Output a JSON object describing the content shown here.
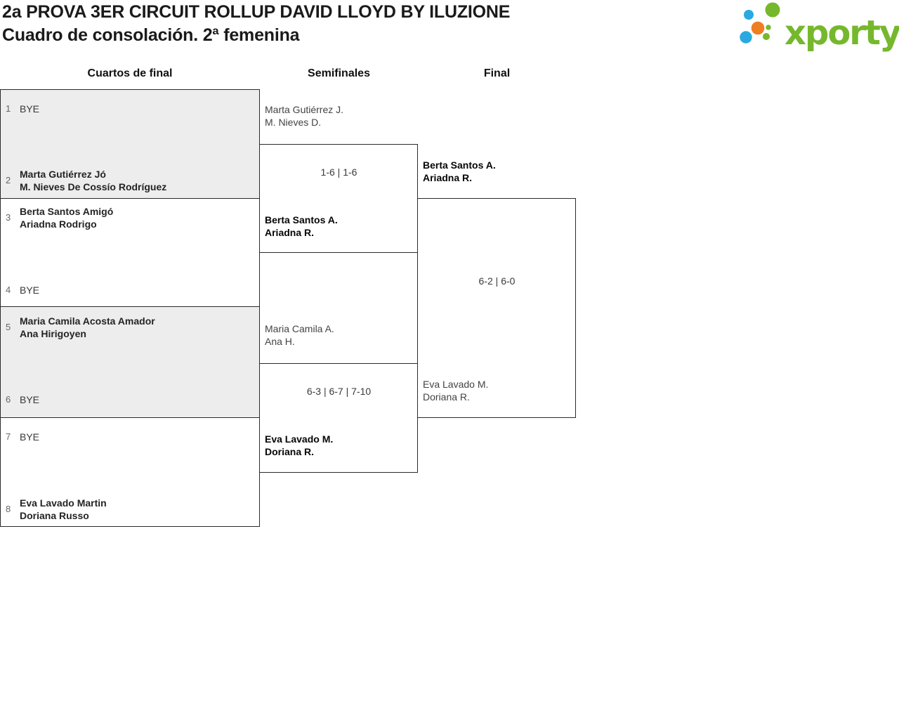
{
  "page": {
    "title_line1": "2a PROVA 3ER CIRCUIT ROLLUP DAVID LLOYD BY ILUZIONE",
    "title_line2": "Cuadro de consolación. 2ª femenina"
  },
  "logo": {
    "text": "xporty",
    "green": "#76b82d",
    "blue": "#29a9e0",
    "orange": "#ee7d23"
  },
  "rounds": {
    "quarterfinals": "Cuartos de final",
    "semifinals": "Semifinales",
    "final": "Final"
  },
  "bracket": {
    "quarterfinals": [
      {
        "seed_top": "1",
        "top": [
          "BYE"
        ],
        "seed_bottom": "2",
        "bottom": [
          "Marta Gutiérrez Jó",
          "M. Nieves De Cossío Rodríguez"
        ]
      },
      {
        "seed_top": "3",
        "top": [
          "Berta Santos Amigó",
          "Ariadna Rodrigo"
        ],
        "seed_bottom": "4",
        "bottom": [
          "BYE"
        ]
      },
      {
        "seed_top": "5",
        "top": [
          "Maria Camila Acosta Amador",
          "Ana Hirigoyen"
        ],
        "seed_bottom": "6",
        "bottom": [
          "BYE"
        ]
      },
      {
        "seed_top": "7",
        "top": [
          "BYE"
        ],
        "seed_bottom": "8",
        "bottom": [
          "Eva Lavado Martin",
          "Doriana Russo"
        ]
      }
    ],
    "semifinals": [
      {
        "team_top": [
          "Marta Gutiérrez J.",
          "M. Nieves D."
        ],
        "score": "1-6 | 1-6",
        "team_bottom": [
          "Berta Santos A.",
          "Ariadna R."
        ],
        "winner": "bottom"
      },
      {
        "team_top": [
          "Maria Camila A.",
          "Ana H."
        ],
        "score": "6-3 | 6-7 | 7-10",
        "team_bottom": [
          "Eva Lavado M.",
          "Doriana R."
        ],
        "winner": "bottom"
      }
    ],
    "final": {
      "team_top": [
        "Berta Santos A.",
        "Ariadna R."
      ],
      "score": "6-2 | 6-0",
      "team_bottom": [
        "Eva Lavado M.",
        "Doriana R."
      ],
      "winner": "top"
    }
  }
}
